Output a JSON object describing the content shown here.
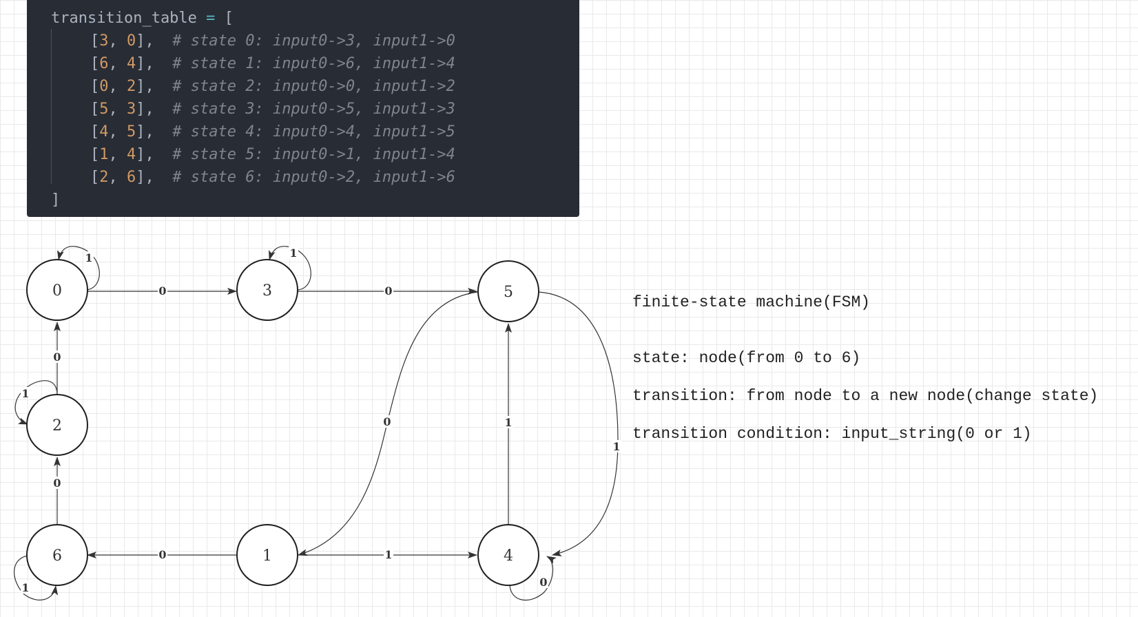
{
  "code": {
    "header_name": "transition_table",
    "header_eq": "=",
    "header_open": "[",
    "rows": [
      {
        "open": "[",
        "a": "3",
        "sep": ", ",
        "b": "0",
        "close": "],",
        "comment": "# state 0: input0->3, input1->0"
      },
      {
        "open": "[",
        "a": "6",
        "sep": ", ",
        "b": "4",
        "close": "],",
        "comment": "# state 1: input0->6, input1->4"
      },
      {
        "open": "[",
        "a": "0",
        "sep": ", ",
        "b": "2",
        "close": "],",
        "comment": "# state 2: input0->0, input1->2"
      },
      {
        "open": "[",
        "a": "5",
        "sep": ", ",
        "b": "3",
        "close": "],",
        "comment": "# state 3: input0->5, input1->3"
      },
      {
        "open": "[",
        "a": "4",
        "sep": ", ",
        "b": "5",
        "close": "],",
        "comment": "# state 4: input0->4, input1->5"
      },
      {
        "open": "[",
        "a": "1",
        "sep": ", ",
        "b": "4",
        "close": "],",
        "comment": "# state 5: input0->1, input1->4"
      },
      {
        "open": "[",
        "a": "2",
        "sep": ", ",
        "b": "6",
        "close": "],",
        "comment": "# state 6: input0->2, input1->6"
      }
    ],
    "footer": "]",
    "colors": {
      "background": "#282c34",
      "text": "#abb2bf",
      "number": "#d19a66",
      "operator": "#56b6c2",
      "comment": "#7f848e"
    }
  },
  "fsm": {
    "nodes": [
      {
        "id": "node-0",
        "label": "0"
      },
      {
        "id": "node-3",
        "label": "3"
      },
      {
        "id": "node-5",
        "label": "5"
      },
      {
        "id": "node-2",
        "label": "2"
      },
      {
        "id": "node-6",
        "label": "6"
      },
      {
        "id": "node-1",
        "label": "1"
      },
      {
        "id": "node-4",
        "label": "4"
      }
    ],
    "edges": [
      {
        "id": "edge-0-3",
        "from": "0",
        "to": "3",
        "label": "0"
      },
      {
        "id": "edge-3-5",
        "from": "3",
        "to": "5",
        "label": "0"
      },
      {
        "id": "edge-2-0",
        "from": "2",
        "to": "0",
        "label": "0"
      },
      {
        "id": "edge-6-2",
        "from": "6",
        "to": "2",
        "label": "0"
      },
      {
        "id": "edge-1-6",
        "from": "1",
        "to": "6",
        "label": "0"
      },
      {
        "id": "edge-1-4",
        "from": "1",
        "to": "4",
        "label": "1"
      },
      {
        "id": "edge-4-5",
        "from": "4",
        "to": "5",
        "label": "1"
      },
      {
        "id": "edge-5-1",
        "from": "5",
        "to": "1",
        "label": "0"
      },
      {
        "id": "edge-5-4",
        "from": "5",
        "to": "4",
        "label": "1"
      },
      {
        "id": "loop-0",
        "from": "0",
        "to": "0",
        "label": "1"
      },
      {
        "id": "loop-3",
        "from": "3",
        "to": "3",
        "label": "1"
      },
      {
        "id": "loop-2",
        "from": "2",
        "to": "2",
        "label": "1"
      },
      {
        "id": "loop-6",
        "from": "6",
        "to": "6",
        "label": "1"
      },
      {
        "id": "loop-4",
        "from": "4",
        "to": "4",
        "label": "0"
      }
    ]
  },
  "notes": {
    "title": "finite-state machine(FSM)",
    "state": "state: node(from 0 to 6)",
    "transition": "transition: from node to a new node(change state)",
    "condition": "transition condition: input_string(0 or 1)"
  }
}
